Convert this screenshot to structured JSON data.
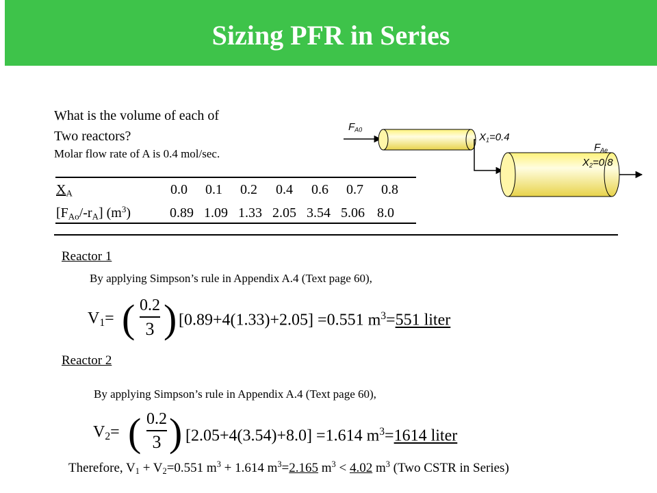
{
  "title": "Sizing PFR in Series",
  "question": {
    "line1": "What is the volume of each of",
    "line2": "Two reactors?",
    "line3": "Molar flow rate of A is 0.4 mol/sec."
  },
  "diagram": {
    "fa0_main": "F",
    "fa0_sub": "A0",
    "x1": "X",
    "x1_sub": "1",
    "x1_val": "=0.4",
    "fae_main": "F",
    "fae_sub": "Ae",
    "x2": "X",
    "x2_sub": "2",
    "x2_val": "=0.8"
  },
  "table": {
    "row1_label_main": "X",
    "row1_label_sub": "A",
    "row1_values": [
      "0.0",
      "0.1",
      "0.2",
      "0.4",
      "0.6",
      "0.7",
      "0.8"
    ],
    "row2_label_a": "[F",
    "row2_label_sub1": "Ao",
    "row2_label_b": "/-r",
    "row2_label_sub2": "A",
    "row2_label_c": "] (m",
    "row2_label_sup": "3",
    "row2_label_d": ")",
    "row2_values": [
      "0.89",
      "1.09",
      "1.33",
      "2.05",
      "3.54",
      "5.06",
      "8.0"
    ]
  },
  "reactor1": {
    "heading": "Reactor 1",
    "method": "By applying Simpson’s rule in Appendix A.4 (Text page 60),",
    "v_label": "V",
    "v_sub": "1",
    "eq_sign": "=",
    "numerator": "0.2",
    "denominator": "3",
    "expr": "[0.89+4(1.33)+2.05] =0.551 m",
    "expr_sup": "3",
    "expr_eq": "=",
    "result": "551 liter"
  },
  "reactor2": {
    "heading": "Reactor 2",
    "method": "By applying Simpson’s rule in Appendix A.4 (Text page 60),",
    "v_label": "V",
    "v_sub": "2",
    "eq_sign": "=",
    "numerator": "0.2",
    "denominator": "3",
    "expr": "[2.05+4(3.54)+8.0] =1.614 m",
    "expr_sup": "3",
    "expr_eq": "=",
    "result": "1614 liter"
  },
  "conclusion": {
    "p1": "Therefore, V",
    "s1": "1",
    "p2": " + V",
    "s2": "2",
    "p3": "=0.551 m",
    "p4": " + 1.614 m",
    "p5": "=",
    "total": "2.165",
    "p6": " m",
    "p7": " < ",
    "cstr": "4.02",
    "p8": " m",
    "p9": " (Two CSTR in Series)",
    "sup": "3"
  },
  "colors": {
    "title_bg": "#3ec34a",
    "reactor_fill": "#fff27a",
    "reactor_highlight": "#fffde0"
  }
}
